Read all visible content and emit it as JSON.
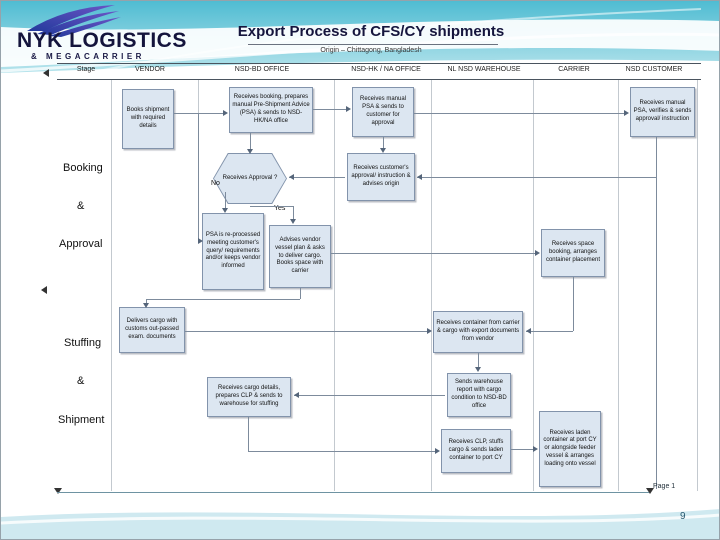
{
  "slide": {
    "logo_line1": "NYK LOGISTICS",
    "logo_line2": "& MEGACARRIER",
    "title": "Export Process of CFS/CY shipments",
    "subtitle": "Origin – Chittagong, Bangladesh",
    "page_label": "Page 1",
    "slide_number": "9"
  },
  "lanes": {
    "headers": [
      "Stage",
      "VENDOR",
      "NSD-BD OFFICE",
      "NSD-HK / NA OFFICE",
      "NL NSD WAREHOUSE",
      "CARRIER",
      "NSD CUSTOMER"
    ]
  },
  "stages": [
    "Booking",
    "&",
    "Approval",
    "Stuffing",
    "&",
    "Shipment"
  ],
  "branch_labels": {
    "no": "No",
    "yes": "Yes"
  },
  "nodes": [
    {
      "id": "books-shipment",
      "text": "Books shipment with required details"
    },
    {
      "id": "receives-booking",
      "text": "Receives booking, prepares manual Pre-Shipment Advice (PSA) & sends to NSD-HK/NA office"
    },
    {
      "id": "receives-psa",
      "text": "Receives manual PSA & sends to customer for approval"
    },
    {
      "id": "customer-verifies",
      "text": "Receives manual PSA, verifies & sends approval/ instruction"
    },
    {
      "id": "approval-decision",
      "text": "Receives Approval ?"
    },
    {
      "id": "receives-approval",
      "text": "Receives customer's approval/ instruction & advises origin"
    },
    {
      "id": "psa-reprocessed",
      "text": "PSA is re-processed meeting customer's query/ requirements and/or keeps vendor informed"
    },
    {
      "id": "advises-vendor",
      "text": "Advises vendor vessel plan & asks to deliver cargo. Books space with carrier"
    },
    {
      "id": "space-booking",
      "text": "Receives space booking, arranges container placement"
    },
    {
      "id": "delivers-cargo",
      "text": "Delivers cargo with customs out-passed exam. documents"
    },
    {
      "id": "receives-container",
      "text": "Receives container from carrier & cargo with export documents from vendor"
    },
    {
      "id": "cargo-details-clp",
      "text": "Receives cargo details, prepares CLP & sends to warehouse for stuffing"
    },
    {
      "id": "warehouse-report",
      "text": "Sends warehouse report with cargo condition to NSD-BD office"
    },
    {
      "id": "receives-clp",
      "text": "Receives CLP, stuffs cargo & sends laden container to port CY"
    },
    {
      "id": "laden-container",
      "text": "Receives laden container at port CY or alongside feeder vessel & arranges loading onto vessel"
    }
  ],
  "colors": {
    "banner_teal": "#59c1d5",
    "node_fill": "#dce6f1",
    "node_border": "#8293ab",
    "connector": "#7d8b9c",
    "navy": "#15153d"
  }
}
